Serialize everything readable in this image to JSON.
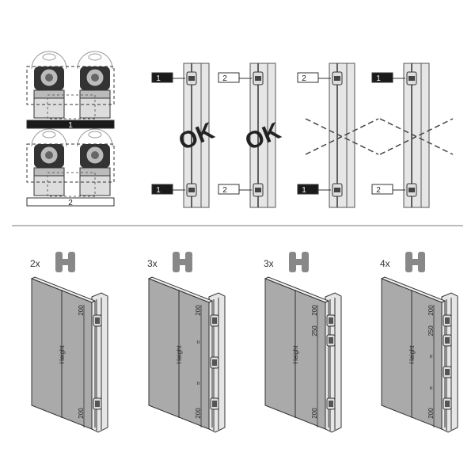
{
  "colors": {
    "line": "#444444",
    "door": "#aaaaaa",
    "frame": "#e6e6e6",
    "hinge": "#555555",
    "dark": "#1a1a1a"
  },
  "top": {
    "orientation": [
      {
        "label": "1",
        "style": "dark"
      },
      {
        "label": "2",
        "style": "light"
      }
    ],
    "frames": [
      {
        "top_label": "1",
        "top_style": "dark",
        "bottom_label": "1",
        "bottom_style": "dark",
        "verdict": "OK",
        "verdict_icon": "ok-mark"
      },
      {
        "top_label": "2",
        "top_style": "light",
        "bottom_label": "2",
        "bottom_style": "light",
        "verdict": "OK",
        "verdict_icon": "ok-mark"
      },
      {
        "top_label": "2",
        "top_style": "light",
        "bottom_label": "1",
        "bottom_style": "dark",
        "verdict": "",
        "verdict_icon": "cross-mark"
      },
      {
        "top_label": "1",
        "top_style": "dark",
        "bottom_label": "2",
        "bottom_style": "light",
        "verdict": "",
        "verdict_icon": "cross-mark"
      }
    ]
  },
  "bottom": {
    "panels": [
      {
        "count": "2x",
        "height_label": "Height",
        "dims": [
          "200",
          "200"
        ],
        "middle_marks": []
      },
      {
        "count": "3x",
        "height_label": "Height",
        "dims": [
          "200",
          "200"
        ],
        "middle_marks": [
          "=",
          "="
        ]
      },
      {
        "count": "3x",
        "height_label": "Height",
        "dims": [
          "200",
          "250",
          "200"
        ],
        "middle_marks": []
      },
      {
        "count": "4x",
        "height_label": "Height",
        "dims": [
          "200",
          "250",
          "200"
        ],
        "middle_marks": [
          "=",
          "="
        ]
      }
    ]
  }
}
